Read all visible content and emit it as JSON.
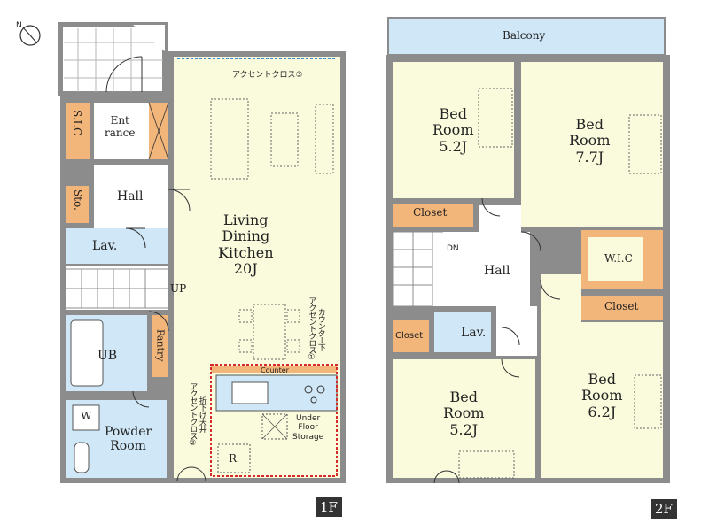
{
  "compass": {
    "label": "N"
  },
  "floor1": {
    "badge": "1F",
    "entrance": "Ent\nrance",
    "sic": "S.I.C",
    "hall": "Hall",
    "sto": "Sto.",
    "lav": "Lav.",
    "up": "UP",
    "ldk": "Living\nDining\nKitchen\n20J",
    "accent3": "アクセントクロス③",
    "counter_note": "カウンター下\nアクセントクロス①",
    "ceiling_note": "折下げ天井\nアクセントクロス②",
    "ub": "UB",
    "pantry": "Pantry",
    "counter": "Counter",
    "powder": "Powder\nRoom",
    "washer": "W",
    "under_floor": "Under\nFloor\nStorage",
    "fridge": "R"
  },
  "floor2": {
    "badge": "2F",
    "balcony": "Balcony",
    "bed1": "Bed\nRoom\n5.2J",
    "bed2": "Bed\nRoom\n7.7J",
    "closet1": "Closet",
    "dn": "DN",
    "hall": "Hall",
    "wic": "W.I.C",
    "closet2": "Closet",
    "closet3": "Closet",
    "lav": "Lav.",
    "bed3": "Bed\nRoom\n5.2J",
    "bed4": "Bed\nRoom\n6.2J"
  },
  "colors": {
    "wall": "#8c8c8c",
    "floor_yellow": "#fafadc",
    "wet_blue": "#cfe7f6",
    "storage_orange": "#f2b57a",
    "balcony_blue": "#cfe7f6",
    "accent_blue": "#3a8fd8",
    "accent_green": "#2c9a3b",
    "accent_red": "#d62a2a"
  }
}
